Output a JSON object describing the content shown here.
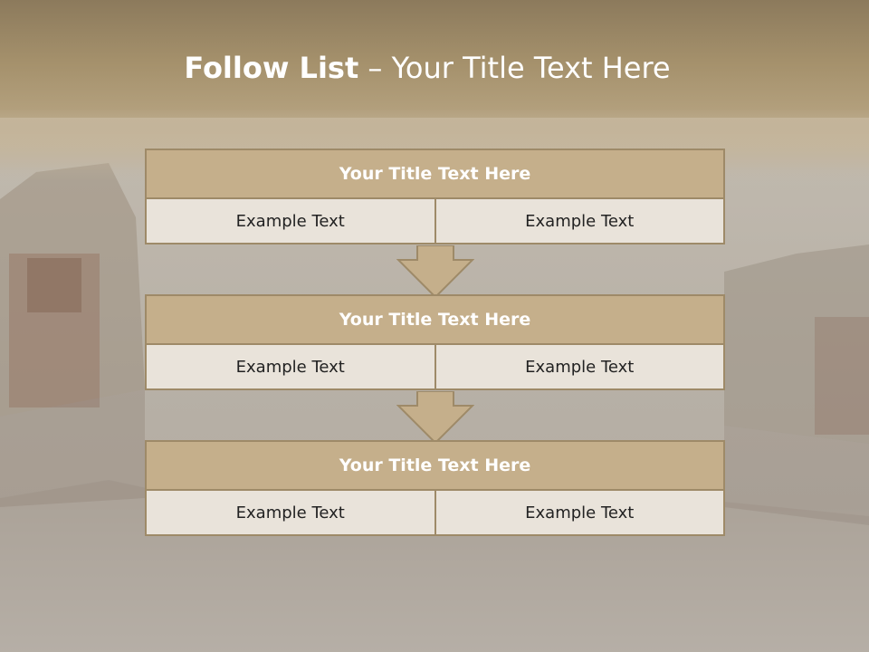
{
  "slide": {
    "title_bold": "Follow List",
    "title_rest": " – Your Title Text Here"
  },
  "blocks": [
    {
      "title": "Your Title Text Here",
      "left": "Example Text",
      "right": "Example Text"
    },
    {
      "title": "Your Title Text Here",
      "left": "Example Text",
      "right": "Example Text"
    },
    {
      "title": "Your Title Text Here",
      "left": "Example Text",
      "right": "Example Text"
    }
  ],
  "colors": {
    "header_fill": "#c5af8b",
    "border": "#9e8a68",
    "cell_fill": "#e9e3da",
    "arrow_fill": "#c5af8b"
  },
  "icons": {
    "connector": "arrow-down-icon"
  }
}
